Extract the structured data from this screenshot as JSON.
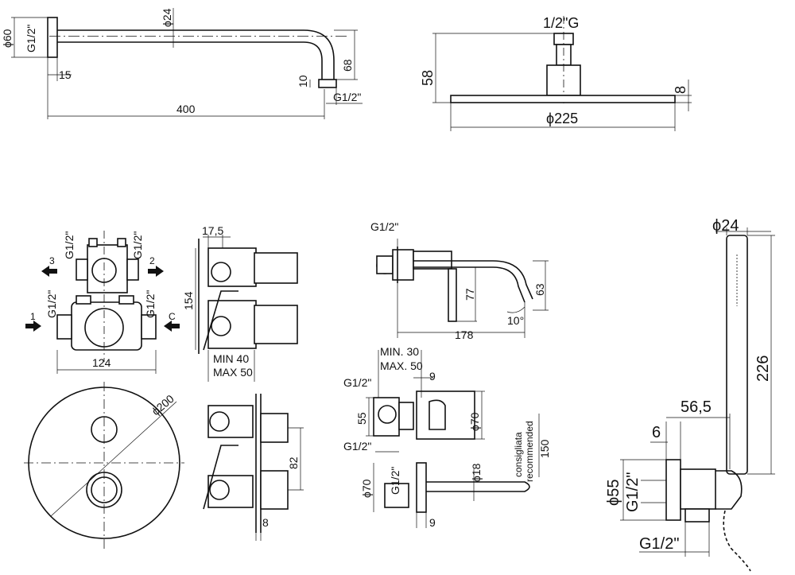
{
  "shower_arm": {
    "flange_diameter": "ϕ60",
    "inlet_thread": "G1/2\"",
    "pipe_diameter": "ϕ24",
    "flange_depth": "15",
    "drop": "68",
    "outlet_height": "10",
    "outlet_thread": "G1/2\"",
    "length": "400"
  },
  "shower_head": {
    "thread": "1/2\"G",
    "height": "58",
    "thickness": "8",
    "diameter": "ϕ225"
  },
  "mixer_body": {
    "left_top_thread": "G1/2\"",
    "right_top_thread": "G1/2\"",
    "left_bottom_thread": "G1/2\"",
    "right_bottom_thread": "G1/2\"",
    "arrow_label_1": "3",
    "arrow_label_2": "2",
    "arrow_label_3": "1",
    "arrow_label_4": "C",
    "width": "124"
  },
  "mixer_side": {
    "depth": "17,5",
    "height": "154",
    "min": "MIN 40",
    "max": "MAX 50"
  },
  "wall_plate": {
    "diameter": "ϕ200"
  },
  "mixer_side_installed": {
    "spacing": "82",
    "plate": "8"
  },
  "spout_elevation": {
    "thread": "G1/2\"",
    "height_1": "77",
    "height_2": "63",
    "angle": "10°",
    "length": "178"
  },
  "spout_section": {
    "min": "MIN. 30",
    "max": "MAX. 50",
    "thread_top": "G1/2\"",
    "thread_bottom": "G1/2\"",
    "height": "55",
    "rosette_depth": "9",
    "rosette_diameter": "ϕ70",
    "advice_it": "consigliata",
    "advice_en": "recommended",
    "advice_value": "150"
  },
  "spout_plan": {
    "rosette_diameter": "ϕ70",
    "thread": "G1/2\"",
    "spout_diameter": "ϕ18",
    "rosette_depth": "9"
  },
  "hand_shower": {
    "handle_diameter": "ϕ24",
    "length": "226",
    "offset": "56,5",
    "rosette_depth": "6",
    "rosette_diameter": "ϕ55",
    "inlet_thread": "G1/2\"",
    "outlet_thread": "G1/2\""
  }
}
